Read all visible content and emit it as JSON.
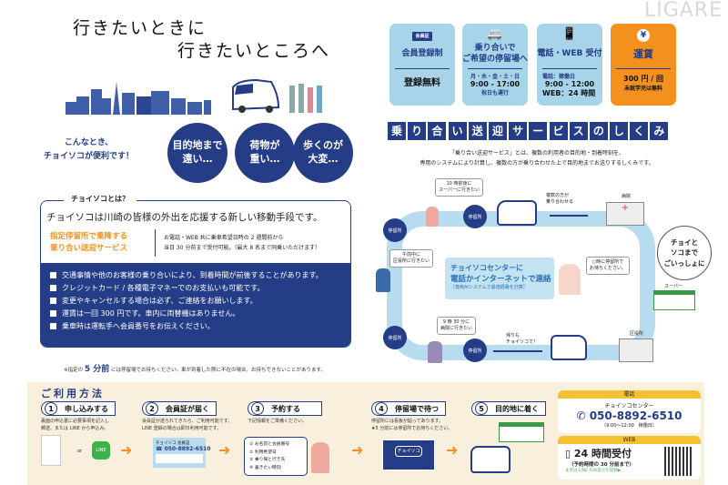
{
  "hero": {
    "line1": "行きたいときに",
    "line2": "行きたいところへ"
  },
  "convenience": {
    "text": "こんなとき、\nチョイソコが便利です！",
    "circles": [
      "目的地まで\n遠い…",
      "荷物が\n重い…",
      "歩くのが\n大変…"
    ]
  },
  "about": {
    "label": "チョイソコとは？",
    "headline": "チョイソコは川崎の皆様の外出を応援する新しい移動手段です。",
    "service": "指定停留所で乗降する\n乗り合い送迎サービス",
    "detail1": "お電話・WEB 共に乗車希望日時の 2 週間前から",
    "detail2": "当日 30 分前まで受付可能。（最大 8 名まで同乗いただけます）",
    "bullets": [
      "交通事情や他のお客様の乗り合いにより、到着時間が前後することがあります。",
      "クレジットカード / 各種電子マネーでのお支払いも可能です。",
      "変更やキャンセルする場合は必ず、ご連絡をお願いします。",
      "運賃は一回 300 円です。車内に両替機はありません。",
      "乗車時は運転手へ会員番号をお伝えください。"
    ],
    "note_pre": "※指定の",
    "note_em": "5 分前",
    "note_post": "には停留場でお待ちください。車が到着した際に不在の場合、お待ちできないことがあります。"
  },
  "cards": [
    {
      "icon": "会員証",
      "title": "会員登録制",
      "sub": "",
      "body": "登録無料",
      "foot": ""
    },
    {
      "icon": "🚐",
      "title": "乗り合いで\nご希望の停留場へ",
      "sub": "月・水・金・土・日",
      "body": "9:00 - 17:00",
      "foot": "祝日も運行"
    },
    {
      "icon": "📱",
      "title": "電話・WEB 受付",
      "sub": "電話：稼働日",
      "body": "9:00 - 12:00",
      "foot": "WEB：24 時間"
    },
    {
      "icon": "¥",
      "title": "運賃",
      "sub": "",
      "body": "300 円 / 回",
      "foot": "未就学児は無料"
    }
  ],
  "mechanism": {
    "title": [
      "乗",
      "り",
      "合",
      "い",
      "送",
      "迎",
      "サ",
      "ー",
      "ビ",
      "ス",
      "の",
      "し",
      "く",
      "み"
    ],
    "desc1": "「乗り合い送迎サービス」とは、複数の利用者の目的地・到着時刻を、",
    "desc2": "専用のシステムにより計算し、複数の方が乗り合わせた上で目的地までお送りするしくみです。",
    "stop": "停留所",
    "bubbles": [
      "10 時前後に\nスーパーに行きたい",
      "午前中に\n区役所に行きたい",
      "9 時 30 分に\n病院に行きたい",
      "○時に停留所で\nお待ちください。"
    ],
    "merge": "複数の方が\n乗り合わせる",
    "return": "帰りも\nチョイソコで！",
    "places": [
      "病院",
      "スーパー",
      "区役所"
    ],
    "slogan": "チョイと\nソコまで\nごいっしょに",
    "center1": "チョイソコセンターに",
    "center2": "電話かインターネットで連絡",
    "center3": "［専用AIシステムで最適経路を計算］"
  },
  "usage": {
    "title": "ご利用方法",
    "steps": [
      {
        "n": "1",
        "label": "申し込みする",
        "desc": "裏面の申込書に必要事項を記入し\n郵送、または LINE から申込み。"
      },
      {
        "n": "2",
        "label": "会員証が届く",
        "desc": "会員証が送られてきたら、ご利用可能です。\nLINE 登録の場合は即日利用可能です。"
      },
      {
        "n": "3",
        "label": "予約する",
        "desc": "下記情報をご準備ください。"
      },
      {
        "n": "4",
        "label": "停留場で待つ",
        "desc": "停留所には看板が貼ってあります。\n★5 分前には停留所でお待ちください。"
      },
      {
        "n": "5",
        "label": "目的地に着く",
        "desc": ""
      }
    ],
    "or": "or",
    "line": "LINE",
    "card_name": "チョイソコ",
    "card_tag": "会員証",
    "card_phone": "☎ 050-8892-6510",
    "checklist": [
      "① お名前と会員番号",
      "② 利用希望日",
      "③ 乗り場と行き先",
      "④ 着きたい時刻"
    ]
  },
  "contact": {
    "phone_label": "電話",
    "center": "チョイソコセンター",
    "phone": "050-8892-6510",
    "hours": "（9:00～12:00　稼働日）",
    "web_label": "WEB",
    "web_main": "24 時間受付",
    "web_sub": "（予約時間の 30 分前まで）",
    "web_line": "まずは LINE のお友だち登録▶"
  },
  "watermark": "LIGARE"
}
